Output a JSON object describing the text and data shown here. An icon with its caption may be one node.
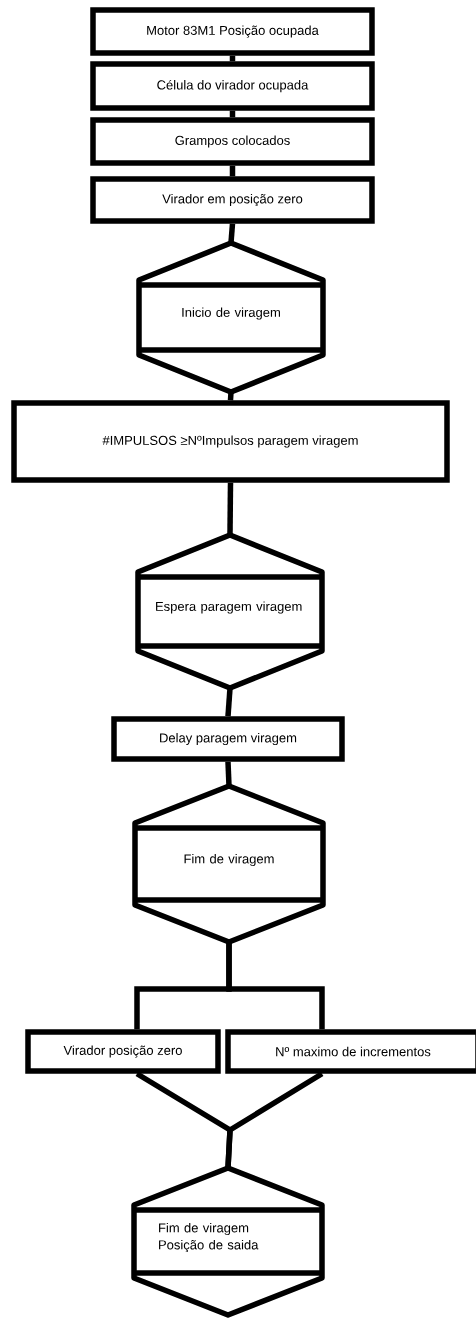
{
  "diagram": {
    "nodes": [
      {
        "text": [
          "Motor 83M1 Posição ocupada"
        ]
      },
      {
        "text": [
          "Célula do virador ocupada"
        ]
      },
      {
        "text": [
          "Grampos colocados"
        ]
      },
      {
        "text": [
          "Virador em posição zero"
        ]
      },
      {
        "text": [
          "Inicio de viragem"
        ]
      },
      {
        "text": [
          "#IMPULSOS ≥NºImpulsos paragem viragem"
        ]
      },
      {
        "text": [
          "Espera paragem viragem"
        ]
      },
      {
        "text": [
          "Delay paragem viragem"
        ]
      },
      {
        "text": [
          "Fim de viragem"
        ]
      },
      {
        "text": [
          "Virador posição zero"
        ]
      },
      {
        "text": [
          "Nº maximo de incrementos"
        ]
      },
      {
        "text": [
          "Fim de viragem Posição de saida"
        ]
      }
    ],
    "edges": [
      {
        "from": 0,
        "to": 1,
        "arrow": "none"
      },
      {
        "from": 1,
        "to": 2,
        "arrow": "none"
      },
      {
        "from": 2,
        "to": 3,
        "arrow": "none"
      },
      {
        "from": 3,
        "to": 4,
        "arrow": "none"
      },
      {
        "from": 4,
        "to": 5,
        "arrow": "none"
      },
      {
        "from": 5,
        "to": 6,
        "arrow": "none"
      },
      {
        "from": 6,
        "to": 7,
        "arrow": "none"
      },
      {
        "from": 7,
        "to": 8,
        "arrow": "none"
      },
      {
        "from": 8,
        "to": 9,
        "arrow": "none"
      },
      {
        "from": 8,
        "to": 10,
        "arrow": "none"
      },
      {
        "from": 9,
        "to": 11,
        "arrow": "none"
      },
      {
        "from": 10,
        "to": 11,
        "arrow": "none"
      }
    ]
  }
}
